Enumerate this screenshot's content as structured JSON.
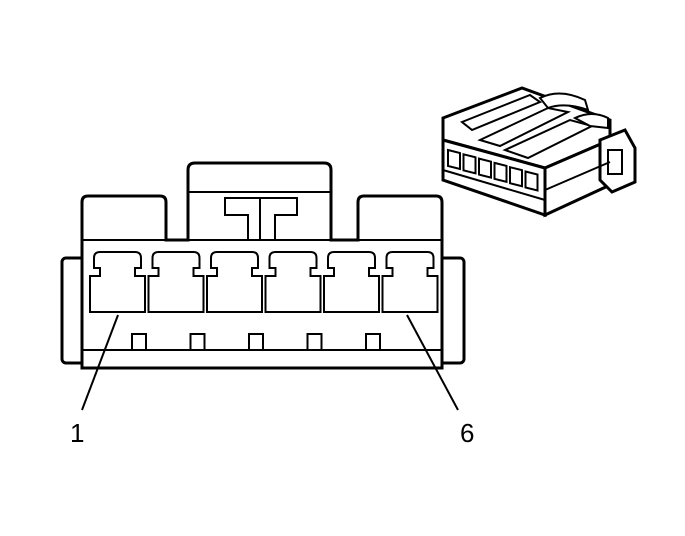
{
  "diagram": {
    "pin_labels": {
      "first": "1",
      "last": "6"
    },
    "cavity_count": 6,
    "colors": {
      "line": "#000000",
      "background": "#ffffff"
    }
  }
}
